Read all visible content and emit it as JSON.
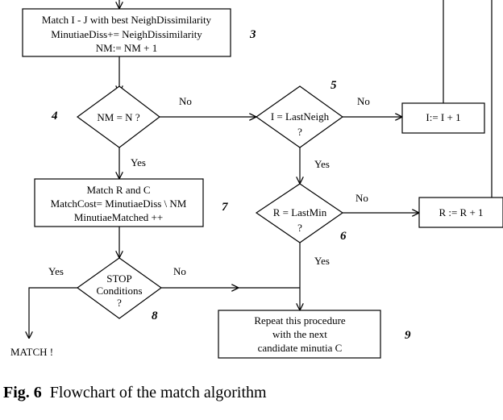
{
  "nodes": {
    "match_ij": {
      "lines": [
        "Match I - J with best NeighDissimilarity",
        "MinutiaeDiss+= NeighDissimilarity",
        "NM:= NM + 1"
      ]
    },
    "nm_eq_n": {
      "lines": [
        "NM = N ?"
      ]
    },
    "i_lastneigh": {
      "lines": [
        "I = LastNeigh",
        "?"
      ]
    },
    "i_inc": {
      "lines": [
        "I:= I + 1"
      ]
    },
    "match_rc": {
      "lines": [
        "Match R and C",
        "MatchCost= MinutiaeDiss \\ NM",
        "MinutiaeMatched ++"
      ]
    },
    "r_lastmin": {
      "lines": [
        "R = LastMin",
        "?"
      ]
    },
    "r_inc": {
      "lines": [
        "R := R + 1"
      ]
    },
    "stop": {
      "lines": [
        "STOP",
        "Conditions",
        "?"
      ]
    },
    "repeat": {
      "lines": [
        "Repeat this procedure",
        "with the next",
        "candidate minutia C"
      ]
    },
    "match_end": {
      "lines": [
        "MATCH !"
      ]
    }
  },
  "edge_labels": {
    "nm_no": "No",
    "nm_yes": "Yes",
    "i_no": "No",
    "i_yes": "Yes",
    "r_no": "No",
    "r_yes": "Yes",
    "stop_yes": "Yes",
    "stop_no": "No"
  },
  "step_numbers": {
    "s3": "3",
    "s4": "4",
    "s5": "5",
    "s6": "6",
    "s7": "7",
    "s8": "8",
    "s9": "9"
  },
  "caption": {
    "label": "Fig. 6",
    "text": "Flowchart of the match algorithm"
  }
}
